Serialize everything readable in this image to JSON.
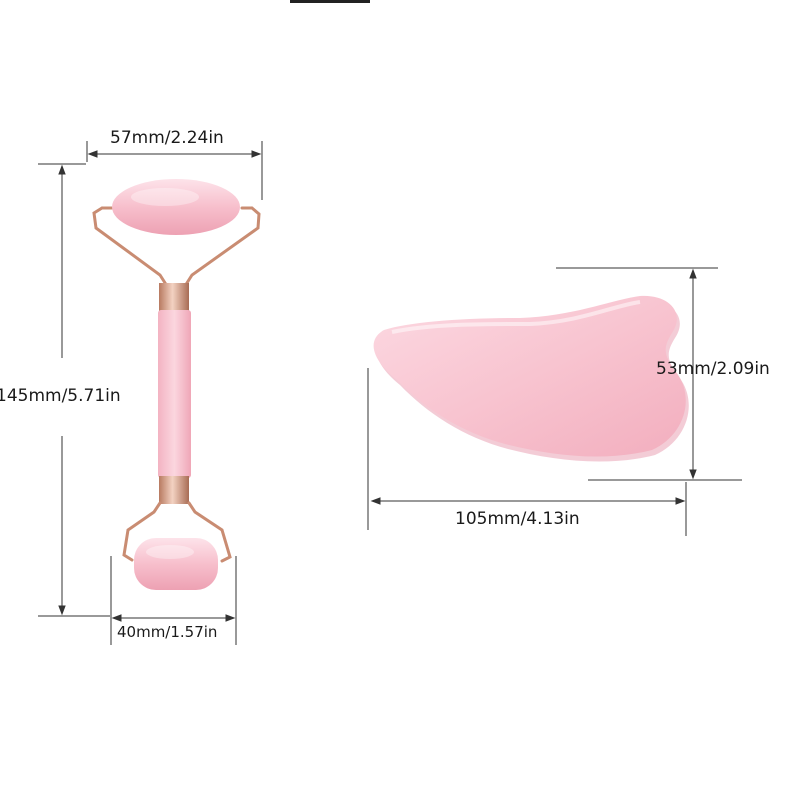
{
  "dimensions": {
    "roller_top_width": "57mm/2.24in",
    "roller_total_height": "145mm/5.71in",
    "roller_bottom_width": "40mm/1.57in",
    "guasha_height": "53mm/2.09in",
    "guasha_width": "105mm/4.13in"
  },
  "colors": {
    "stone": "#f7bfcc",
    "stone_light": "#fde3ea",
    "stone_dark": "#eea3b4",
    "metal": "#d9a38a",
    "line": "#333333"
  }
}
